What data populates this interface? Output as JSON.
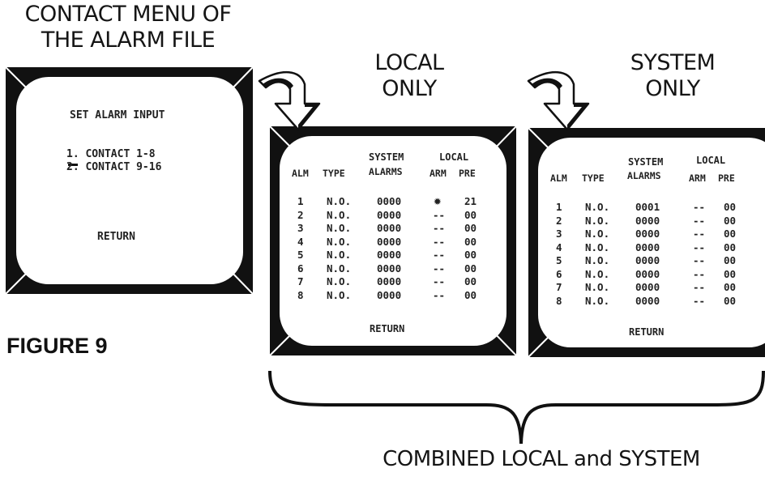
{
  "captions": {
    "top_left": [
      "CONTACT MENU OF",
      "THE ALARM FILE"
    ],
    "local_only": [
      "LOCAL",
      "ONLY"
    ],
    "system_only": [
      "SYSTEM",
      "ONLY"
    ],
    "figure": "FIGURE 9",
    "combined": "COMBINED LOCAL and SYSTEM"
  },
  "menu_screen": {
    "title": "SET ALARM INPUT",
    "items": [
      "1. CONTACT 1-8",
      "2. CONTACT 9-16"
    ],
    "return": "RETURN"
  },
  "local_screen": {
    "head_system": "SYSTEM",
    "head_local": "LOCAL",
    "col_alm": "ALM",
    "col_type": "TYPE",
    "col_alarms": "ALARMS",
    "col_arm": "ARM",
    "col_pre": "PRE",
    "rows": [
      {
        "alm": "1",
        "type": "N.O.",
        "alarms": "0000",
        "arm": "✹",
        "pre": "21"
      },
      {
        "alm": "2",
        "type": "N.O.",
        "alarms": "0000",
        "arm": "--",
        "pre": "00"
      },
      {
        "alm": "3",
        "type": "N.O.",
        "alarms": "0000",
        "arm": "--",
        "pre": "00"
      },
      {
        "alm": "4",
        "type": "N.O.",
        "alarms": "0000",
        "arm": "--",
        "pre": "00"
      },
      {
        "alm": "5",
        "type": "N.O.",
        "alarms": "0000",
        "arm": "--",
        "pre": "00"
      },
      {
        "alm": "6",
        "type": "N.O.",
        "alarms": "0000",
        "arm": "--",
        "pre": "00"
      },
      {
        "alm": "7",
        "type": "N.O.",
        "alarms": "0000",
        "arm": "--",
        "pre": "00"
      },
      {
        "alm": "8",
        "type": "N.O.",
        "alarms": "0000",
        "arm": "--",
        "pre": "00"
      }
    ],
    "return": "RETURN"
  },
  "system_screen": {
    "head_system": "SYSTEM",
    "head_local": "LOCAL",
    "col_alm": "ALM",
    "col_type": "TYPE",
    "col_alarms": "ALARMS",
    "col_arm": "ARM",
    "col_pre": "PRE",
    "rows": [
      {
        "alm": "1",
        "type": "N.O.",
        "alarms": "0001",
        "arm": "--",
        "pre": "00"
      },
      {
        "alm": "2",
        "type": "N.O.",
        "alarms": "0000",
        "arm": "--",
        "pre": "00"
      },
      {
        "alm": "3",
        "type": "N.O.",
        "alarms": "0000",
        "arm": "--",
        "pre": "00"
      },
      {
        "alm": "4",
        "type": "N.O.",
        "alarms": "0000",
        "arm": "--",
        "pre": "00"
      },
      {
        "alm": "5",
        "type": "N.O.",
        "alarms": "0000",
        "arm": "--",
        "pre": "00"
      },
      {
        "alm": "6",
        "type": "N.O.",
        "alarms": "0000",
        "arm": "--",
        "pre": "00"
      },
      {
        "alm": "7",
        "type": "N.O.",
        "alarms": "0000",
        "arm": "--",
        "pre": "00"
      },
      {
        "alm": "8",
        "type": "N.O.",
        "alarms": "0000",
        "arm": "--",
        "pre": "00"
      }
    ],
    "return": "RETURN"
  }
}
